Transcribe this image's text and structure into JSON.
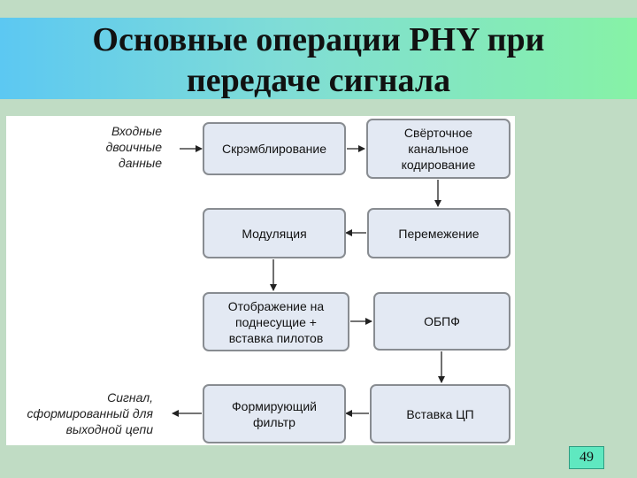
{
  "slide": {
    "title": "Основные операции PHY при\nпередаче сигнала",
    "page_number": "49"
  },
  "diagram": {
    "input_label": "Входные\nдвоичные\nданные",
    "output_label": "Сигнал,\nсформированный для\nвыходной цепи",
    "blocks": {
      "scrambling": "Скрэмблирование",
      "convolutional_coding": "Свёрточное\nканальное\nкодирование",
      "modulation": "Модуляция",
      "interleaving": "Перемежение",
      "subcarrier_mapping": "Отображение на\nподнесущие +\nвставка пилотов",
      "ifft": "ОБПФ",
      "shaping_filter": "Формирующий\nфильтр",
      "cp_insertion": "Вставка ЦП"
    }
  },
  "colors": {
    "box_fill": "#e3e9f3",
    "box_border": "#888c91",
    "slide_bg": "#c0dcc4"
  }
}
